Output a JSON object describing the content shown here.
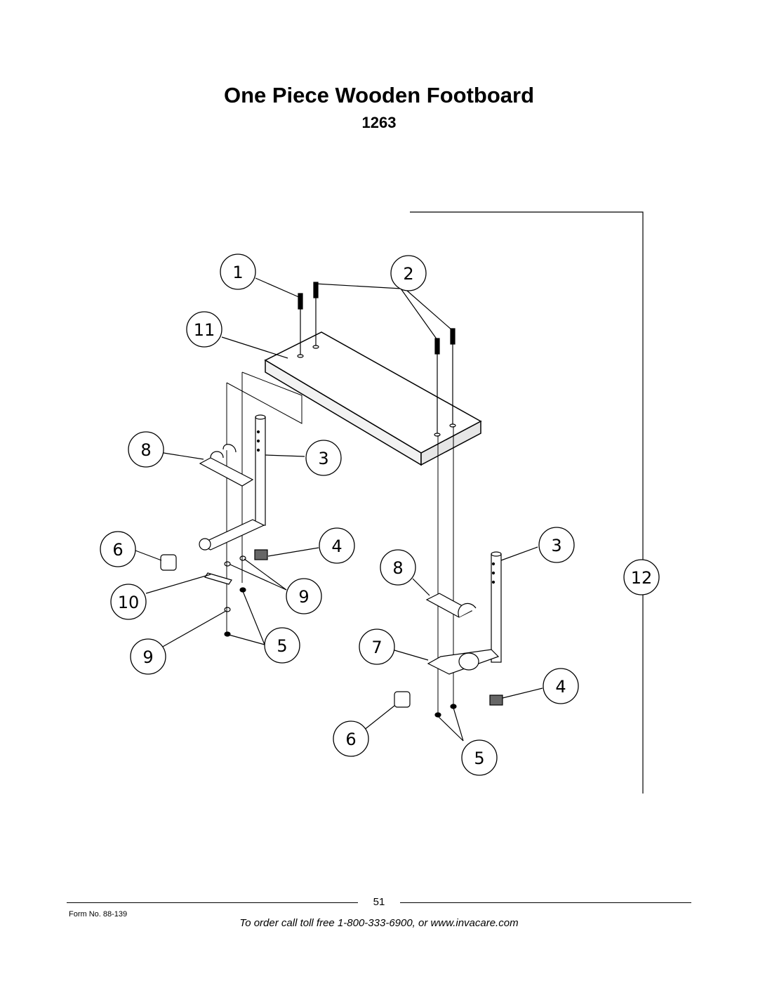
{
  "header": {
    "title": "One Piece Wooden Footboard",
    "model": "1263"
  },
  "callouts": [
    "1",
    "2",
    "11",
    "8",
    "3",
    "6",
    "4",
    "10",
    "9",
    "9",
    "5",
    "8",
    "3",
    "12",
    "7",
    "4",
    "6",
    "5"
  ],
  "footer": {
    "page_number": "51",
    "form_no": "Form No. 88-139",
    "order_text": "To order call toll free 1-800-333-6900, or www.invacare.com"
  }
}
